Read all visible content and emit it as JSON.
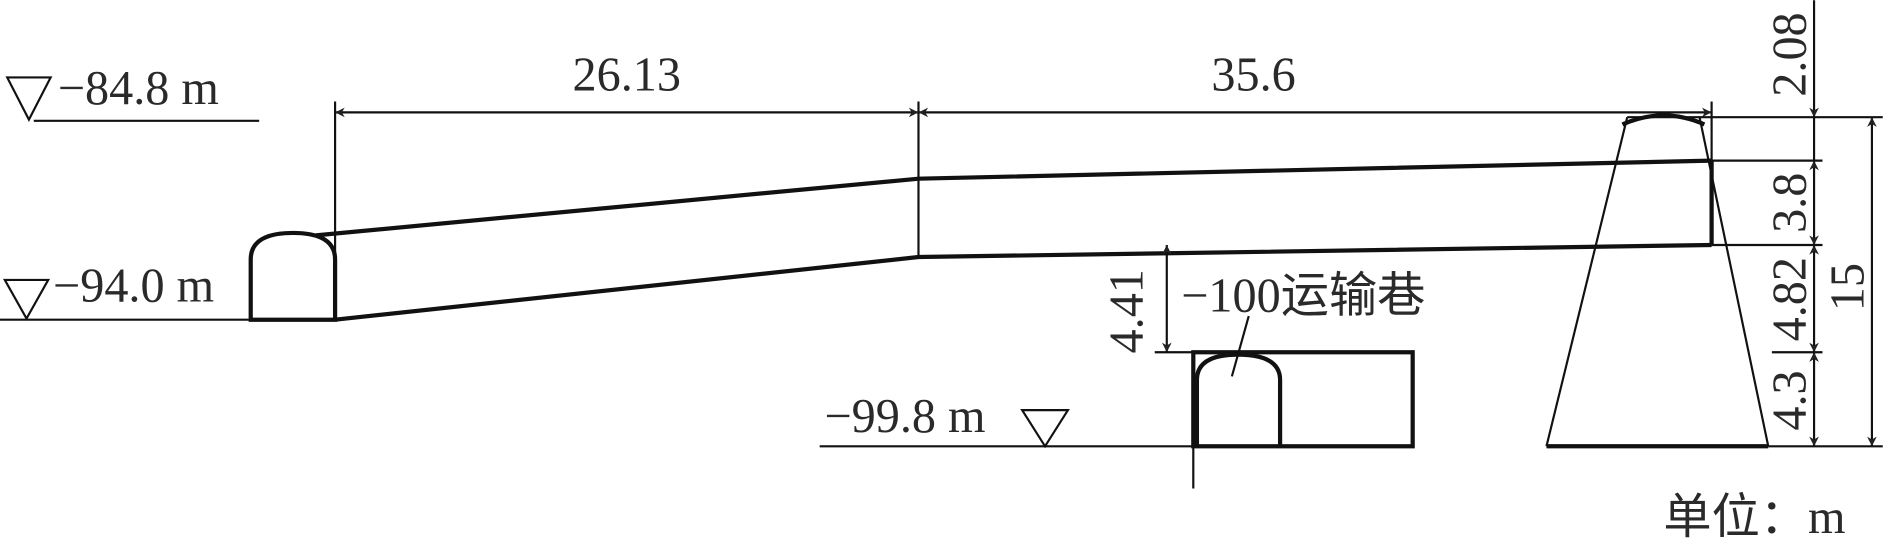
{
  "elevations": {
    "top": "−84.8 m",
    "left_tunnel": "−94.0 m",
    "lower": "−99.8 m"
  },
  "dimensions": {
    "horizontal_left": "26.13",
    "horizontal_right": "35.6",
    "top_offset": "2.08",
    "roadway_height": "3.8",
    "gap_mid": "4.82",
    "gap_bottom": "4.3",
    "total_height": "15",
    "lower_offset": "4.41"
  },
  "labels": {
    "haulage_roadway": "−100运输巷",
    "unit": "单位：m"
  }
}
